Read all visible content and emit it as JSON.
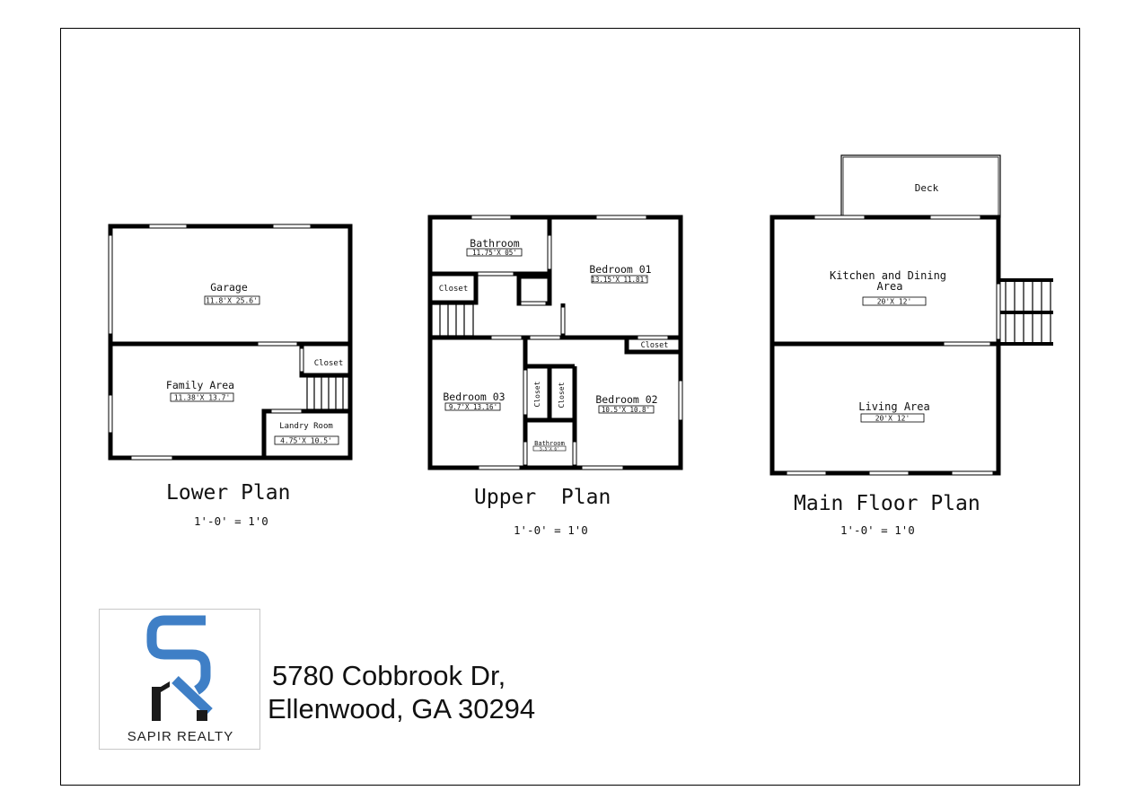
{
  "plans": {
    "lower": {
      "title": "Lower Plan",
      "scale": "1'-0' = 1'0",
      "rooms": {
        "garage": {
          "name": "Garage",
          "dims": "11.8'X 25.6'"
        },
        "family_area": {
          "name": "Family Area",
          "dims": "11.38'X 13.7'"
        },
        "closet": {
          "name": "Closet"
        },
        "laundry": {
          "name": "Landry Room",
          "dims": "4.75'X 10.5'"
        }
      }
    },
    "upper": {
      "title": "Upper  Plan",
      "scale": "1'-0' = 1'0",
      "rooms": {
        "bathroom": {
          "name": "Bathroom",
          "dims": "11.75'X 05'"
        },
        "closet_left": {
          "name": "Closet"
        },
        "bedroom_01": {
          "name": "Bedroom 01",
          "dims": "13.15'X 11.81'"
        },
        "closet_right": {
          "name": "Closet"
        },
        "bedroom_03": {
          "name": "Bedroom 03",
          "dims": "9.7'X 13.16'"
        },
        "closet_v1": {
          "name": "Closet"
        },
        "closet_v2": {
          "name": "Closet"
        },
        "bedroom_02": {
          "name": "Bedroom 02",
          "dims": "10.5'X 10.8'"
        },
        "bathroom_small": {
          "name": "Bathroom",
          "dims": "5.5'X 6'"
        }
      }
    },
    "main": {
      "title": "Main Floor Plan",
      "scale": "1'-0' = 1'0",
      "rooms": {
        "deck": {
          "name": "Deck"
        },
        "kitchen": {
          "name_line1": "Kitchen and Dining",
          "name_line2": "Area",
          "dims": "20'X 12'"
        },
        "living": {
          "name": "Living Area",
          "dims": "20'X 12'"
        }
      }
    }
  },
  "logo": {
    "brand": "SAPIR REALTY",
    "accent": "#3f7fc6",
    "dark": "#1a1a1a"
  },
  "address": {
    "line1": "5780 Cobbrook Dr,",
    "line2": "Ellenwood, GA 30294"
  }
}
